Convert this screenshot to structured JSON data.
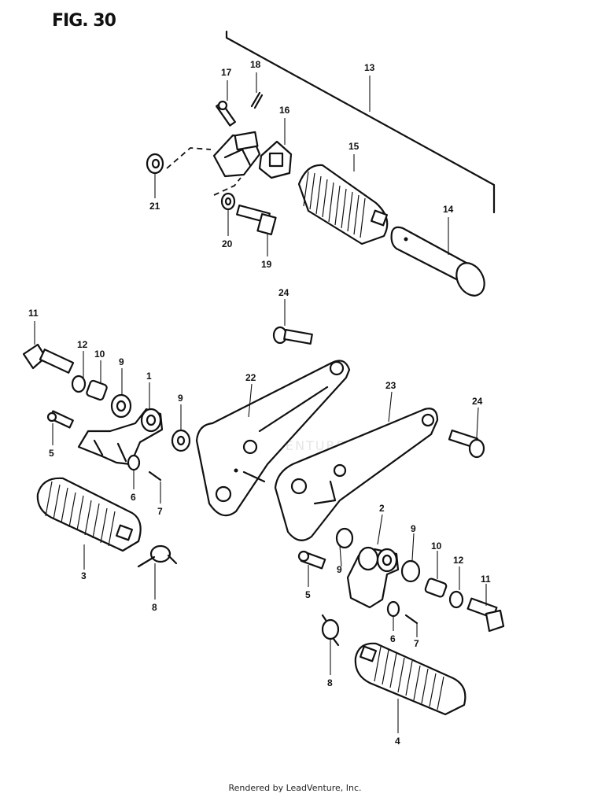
{
  "figure": {
    "title": "FIG. 30"
  },
  "footer": {
    "text": "Rendered by LeadVenture, Inc."
  },
  "watermark": {
    "text": "LEADVENTURE"
  },
  "callouts": [
    "1",
    "2",
    "3",
    "4",
    "5",
    "5",
    "6",
    "6",
    "7",
    "7",
    "8",
    "8",
    "9",
    "9",
    "9",
    "9",
    "10",
    "10",
    "11",
    "11",
    "12",
    "12",
    "13",
    "14",
    "15",
    "16",
    "17",
    "18",
    "19",
    "20",
    "21",
    "22",
    "23",
    "24",
    "24"
  ],
  "colors": {
    "ink": "#111111",
    "paper": "#ffffff"
  }
}
